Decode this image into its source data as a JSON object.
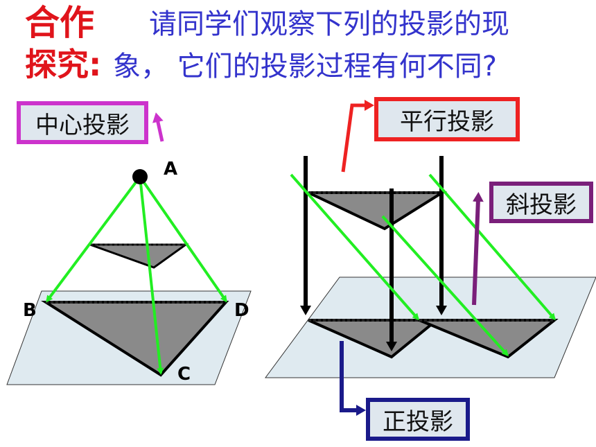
{
  "heading": {
    "label_line1": "合作",
    "label_line2": "探究:",
    "question_line1": "请同学们观察下列的投影的现",
    "question_line2": "象， 它们的投影过程有何不同?"
  },
  "tags": {
    "central": "中心投影",
    "parallel": "平行投影",
    "oblique": "斜投影",
    "orthogonal": "正投影"
  },
  "points": {
    "a": "A",
    "b": "B",
    "c": "C",
    "d": "D"
  },
  "colors": {
    "title_red": "#e0141b",
    "title_blue": "#3333cc",
    "ray_green": "#22ee22",
    "plane_fill": "#dfeaf0",
    "shadow_fill": "#8a8a8a",
    "tag_central_border": "#cc33cc",
    "tag_parallel_border": "#ee2222",
    "tag_oblique_border": "#7a1f7a",
    "tag_orthogonal_border": "#1a1a8a"
  }
}
